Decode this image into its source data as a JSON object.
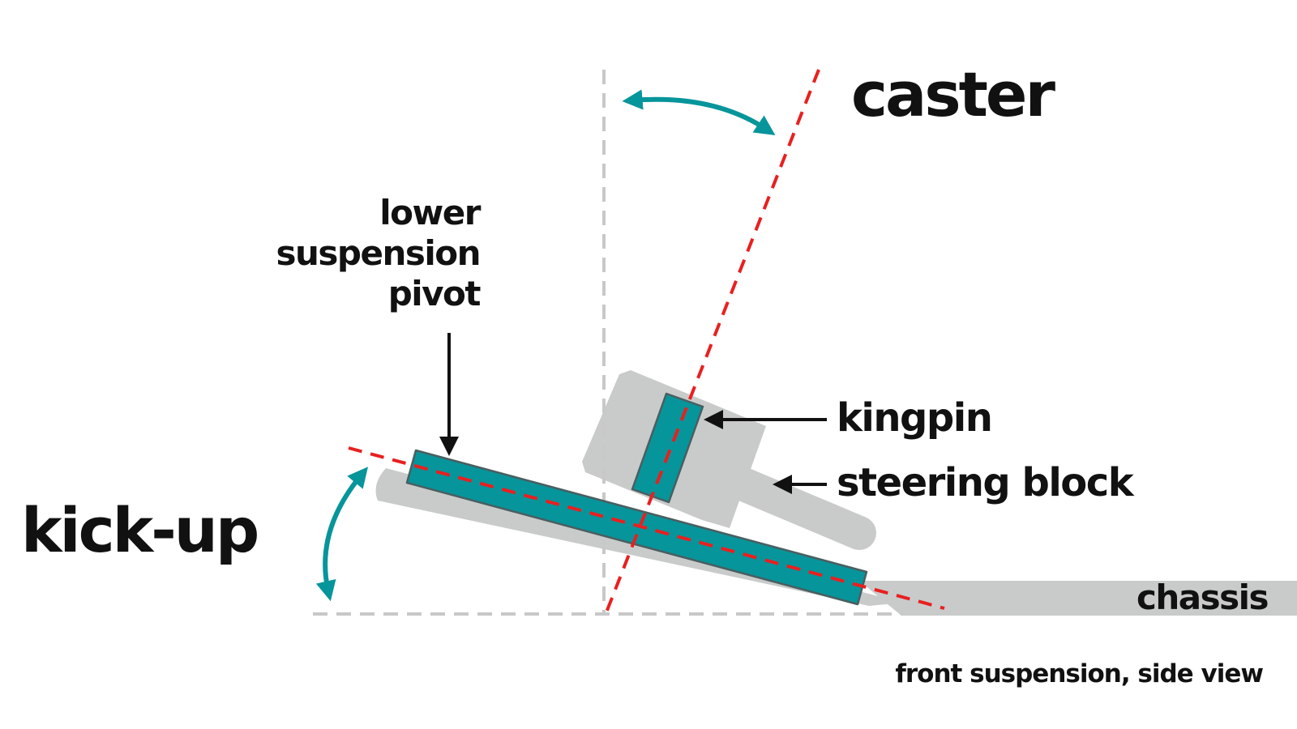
{
  "labels": {
    "caster": "caster",
    "kick_up": "kick-up",
    "lower_pivot_line1": "lower",
    "lower_pivot_line2": "suspension",
    "lower_pivot_line3": "pivot",
    "kingpin": "kingpin",
    "steering_block": "steering block",
    "chassis": "chassis",
    "caption": "front suspension, side view"
  },
  "colors": {
    "background": "#ffffff",
    "part_gray": "#c9cbcb",
    "reference_gray": "#c8c8c8",
    "teal": "#06959b",
    "teal_border": "#4a5e60",
    "red_axis": "#e8201f",
    "text": "#111111"
  }
}
